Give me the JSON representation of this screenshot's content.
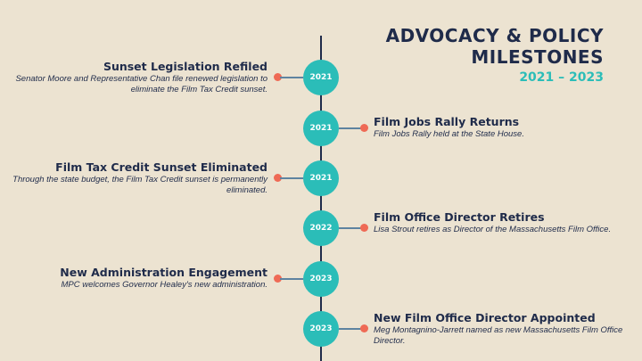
{
  "header": {
    "title_line1": "ADVOCACY & POLICY",
    "title_line2": "MILESTONES",
    "subtitle": "2021 – 2023"
  },
  "colors": {
    "background": "#ece3d1",
    "navy": "#1f2b4a",
    "teal": "#2bbdb8",
    "coral": "#ef6a55"
  },
  "milestones": [
    {
      "year": "2021",
      "side": "left",
      "title": "Sunset Legislation Refiled",
      "description": "Senator Moore and Representative Chan file renewed legislation to eliminate the Film Tax Credit sunset."
    },
    {
      "year": "2021",
      "side": "right",
      "title": "Film Jobs Rally Returns",
      "description": "Film Jobs Rally held at the State House."
    },
    {
      "year": "2021",
      "side": "left",
      "title": "Film Tax Credit Sunset Eliminated",
      "description": "Through the state budget, the Film Tax Credit sunset is permanently eliminated."
    },
    {
      "year": "2022",
      "side": "right",
      "title": "Film Office Director Retires",
      "description": "Lisa Strout retires as Director of the Massachusetts Film Office."
    },
    {
      "year": "2023",
      "side": "left",
      "title": "New Administration Engagement",
      "description": "MPC welcomes Governor Healey's new administration."
    },
    {
      "year": "2023",
      "side": "right",
      "title": "New Film Office Director Appointed",
      "description": "Meg Montagnino-Jarrett named as new Massachusetts Film Office Director."
    }
  ]
}
